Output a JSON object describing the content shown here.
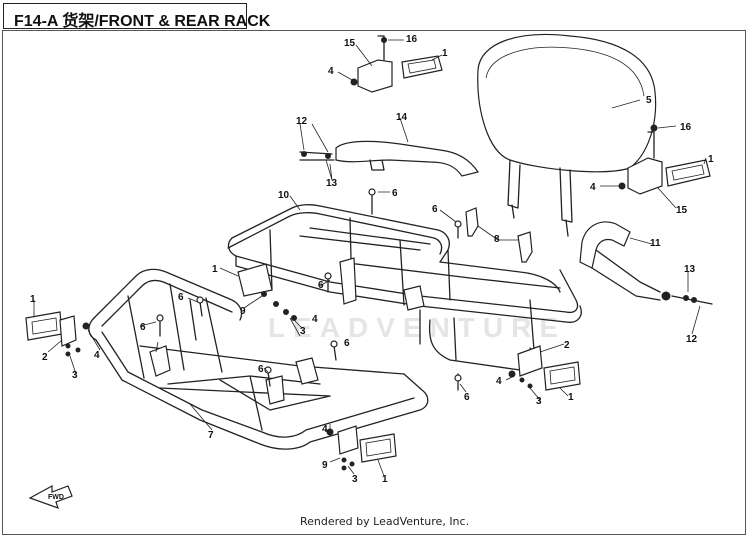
{
  "title": {
    "code": "F14-A",
    "chinese": "货架",
    "english": "/FRONT & REAR RACK"
  },
  "watermark": "LEADVENTURE",
  "footer": "Rendered by LeadVenture, Inc.",
  "fwd_label": "FWD",
  "callouts": [
    {
      "id": "c15a",
      "label": "15"
    },
    {
      "id": "c16a",
      "label": "16"
    },
    {
      "id": "c1a",
      "label": "1"
    },
    {
      "id": "c4a",
      "label": "4"
    },
    {
      "id": "c5",
      "label": "5"
    },
    {
      "id": "c12a",
      "label": "12"
    },
    {
      "id": "c14",
      "label": "14"
    },
    {
      "id": "c13a",
      "label": "13"
    },
    {
      "id": "c16b",
      "label": "16"
    },
    {
      "id": "c1b",
      "label": "1"
    },
    {
      "id": "c4b",
      "label": "4"
    },
    {
      "id": "c15b",
      "label": "15"
    },
    {
      "id": "c10",
      "label": "10"
    },
    {
      "id": "c6a",
      "label": "6"
    },
    {
      "id": "c6b",
      "label": "6"
    },
    {
      "id": "c8",
      "label": "8"
    },
    {
      "id": "c11",
      "label": "11"
    },
    {
      "id": "c13b",
      "label": "13"
    },
    {
      "id": "c12b",
      "label": "12"
    },
    {
      "id": "c1c",
      "label": "1"
    },
    {
      "id": "c6c",
      "label": "6"
    },
    {
      "id": "c9a",
      "label": "9"
    },
    {
      "id": "c3a",
      "label": "3"
    },
    {
      "id": "c4c",
      "label": "4"
    },
    {
      "id": "c1d",
      "label": "1"
    },
    {
      "id": "c2a",
      "label": "2"
    },
    {
      "id": "c3b",
      "label": "3"
    },
    {
      "id": "c4d",
      "label": "4"
    },
    {
      "id": "c6d",
      "label": "6"
    },
    {
      "id": "c6e",
      "label": "6"
    },
    {
      "id": "c6f",
      "label": "6"
    },
    {
      "id": "c6g",
      "label": "6"
    },
    {
      "id": "c7",
      "label": "7"
    },
    {
      "id": "c4e",
      "label": "4"
    },
    {
      "id": "c2b",
      "label": "2"
    },
    {
      "id": "c3c",
      "label": "3"
    },
    {
      "id": "c1e",
      "label": "1"
    },
    {
      "id": "c6h",
      "label": "6"
    },
    {
      "id": "c4f",
      "label": "4"
    },
    {
      "id": "c9b",
      "label": "9"
    },
    {
      "id": "c3d",
      "label": "3"
    },
    {
      "id": "c1f",
      "label": "1"
    }
  ]
}
